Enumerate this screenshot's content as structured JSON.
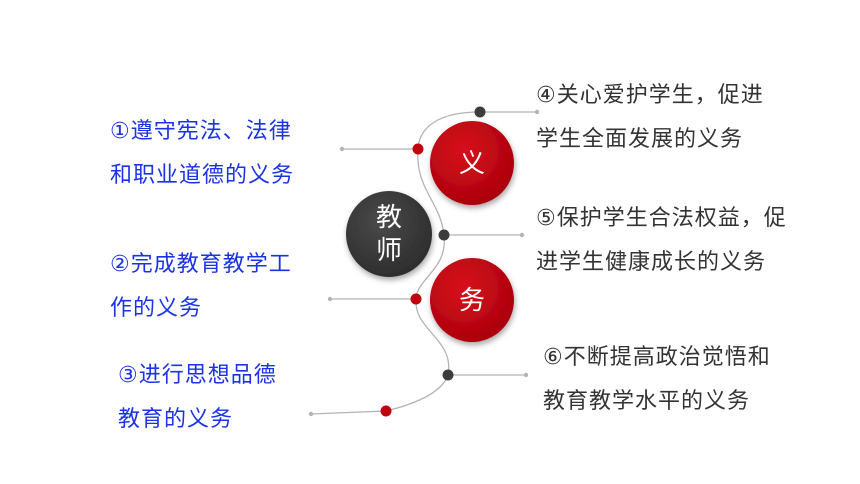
{
  "center": {
    "label_line1": "教",
    "label_line2": "师"
  },
  "circle_top": {
    "label": "义"
  },
  "circle_bottom": {
    "label": "务"
  },
  "duties": [
    {
      "line1": "①遵守宪法、法律",
      "line2": "和职业道德的义务"
    },
    {
      "line1": "②完成教育教学工",
      "line2": "作的义务"
    },
    {
      "line1": "③进行思想品德",
      "line2": "教育的义务"
    },
    {
      "line1": "④关心爱护学生，促进",
      "line2": "学生全面发展的义务"
    },
    {
      "line1": "⑤保护学生合法权益，促",
      "line2": "进学生健康成长的义务"
    },
    {
      "line1": "⑥不断提高政治觉悟和",
      "line2": "教育教学水平的义务"
    }
  ],
  "colors": {
    "red": "#c0000f",
    "dark_gray": "#3c3c3c",
    "blue_text": "#1a33e6",
    "dark_text": "#333333",
    "line": "#b4b4b4"
  }
}
